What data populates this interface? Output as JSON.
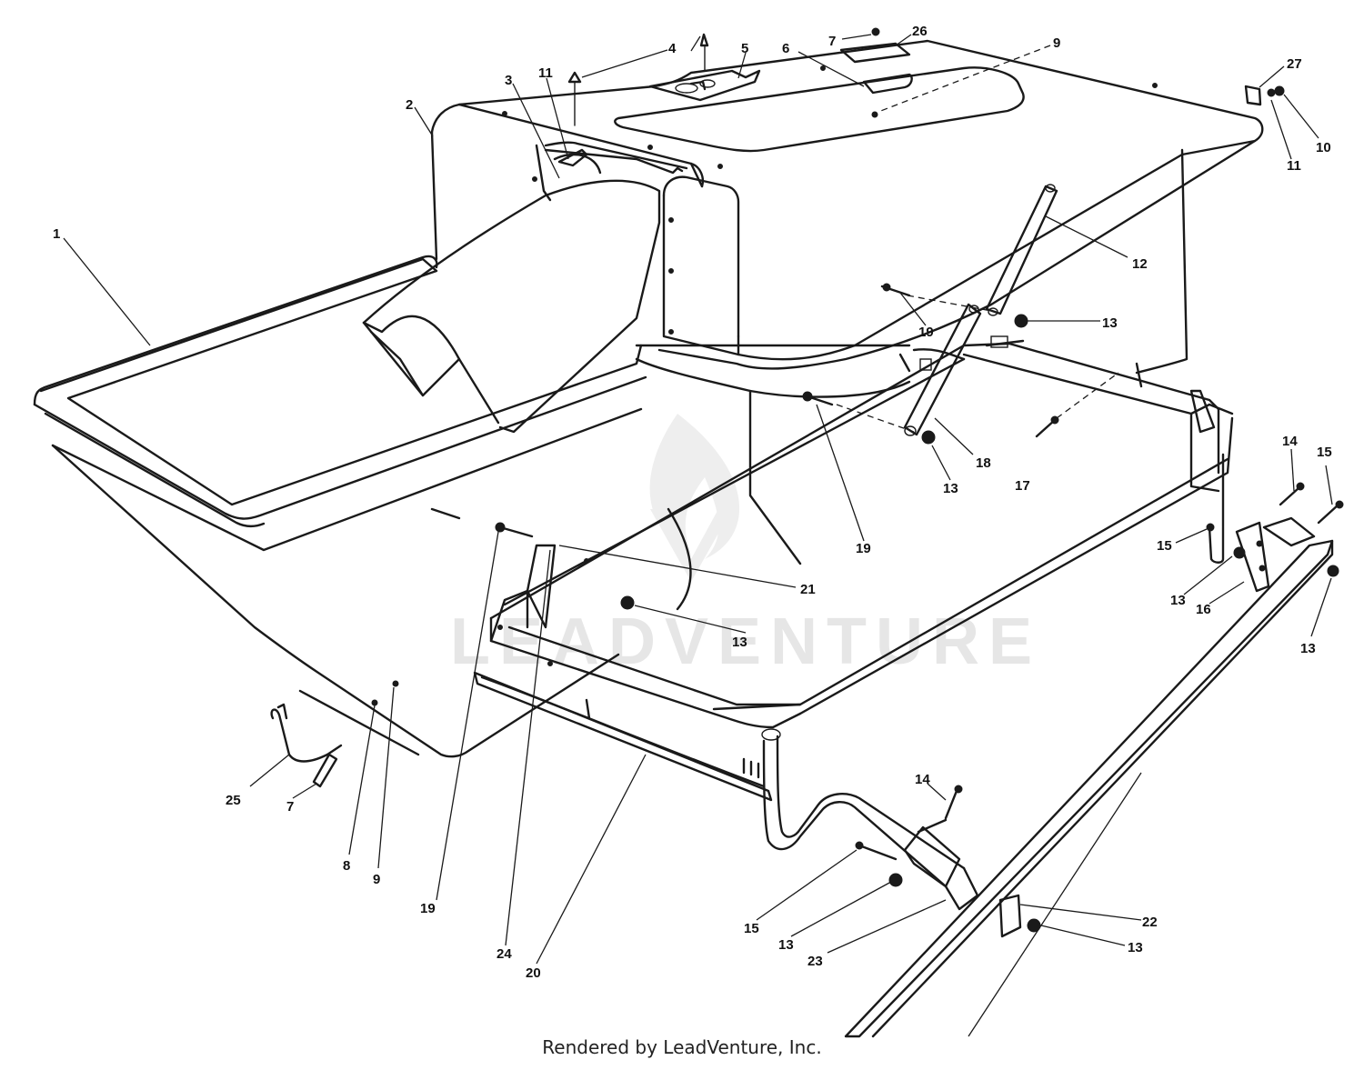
{
  "watermark": "LEADVENTURE",
  "footer": "Rendered by LeadVenture, Inc.",
  "callouts": [
    {
      "id": "c1",
      "text": "1"
    },
    {
      "id": "c2",
      "text": "2"
    },
    {
      "id": "c3",
      "text": "3"
    },
    {
      "id": "c4",
      "text": "4"
    },
    {
      "id": "c5",
      "text": "5"
    },
    {
      "id": "c6",
      "text": "6"
    },
    {
      "id": "c7a",
      "text": "7"
    },
    {
      "id": "c26",
      "text": "26"
    },
    {
      "id": "c9a",
      "text": "9"
    },
    {
      "id": "c27",
      "text": "27"
    },
    {
      "id": "c10",
      "text": "10"
    },
    {
      "id": "c11a",
      "text": "11"
    },
    {
      "id": "c11b",
      "text": "11"
    },
    {
      "id": "c12",
      "text": "12"
    },
    {
      "id": "c13a",
      "text": "13"
    },
    {
      "id": "c19a",
      "text": "19"
    },
    {
      "id": "c18",
      "text": "18"
    },
    {
      "id": "c13b",
      "text": "13"
    },
    {
      "id": "c17",
      "text": "17"
    },
    {
      "id": "c19b",
      "text": "19"
    },
    {
      "id": "c14a",
      "text": "14"
    },
    {
      "id": "c15a",
      "text": "15"
    },
    {
      "id": "c15b",
      "text": "15"
    },
    {
      "id": "c13c",
      "text": "13"
    },
    {
      "id": "c16",
      "text": "16"
    },
    {
      "id": "c13d",
      "text": "13"
    },
    {
      "id": "c21",
      "text": "21"
    },
    {
      "id": "c13e",
      "text": "13"
    },
    {
      "id": "c25",
      "text": "25"
    },
    {
      "id": "c7b",
      "text": "7"
    },
    {
      "id": "c8",
      "text": "8"
    },
    {
      "id": "c9b",
      "text": "9"
    },
    {
      "id": "c19c",
      "text": "19"
    },
    {
      "id": "c24",
      "text": "24"
    },
    {
      "id": "c20",
      "text": "20"
    },
    {
      "id": "c14b",
      "text": "14"
    },
    {
      "id": "c15c",
      "text": "15"
    },
    {
      "id": "c13f",
      "text": "13"
    },
    {
      "id": "c23",
      "text": "23"
    },
    {
      "id": "c22",
      "text": "22"
    },
    {
      "id": "c13g",
      "text": "13"
    }
  ]
}
